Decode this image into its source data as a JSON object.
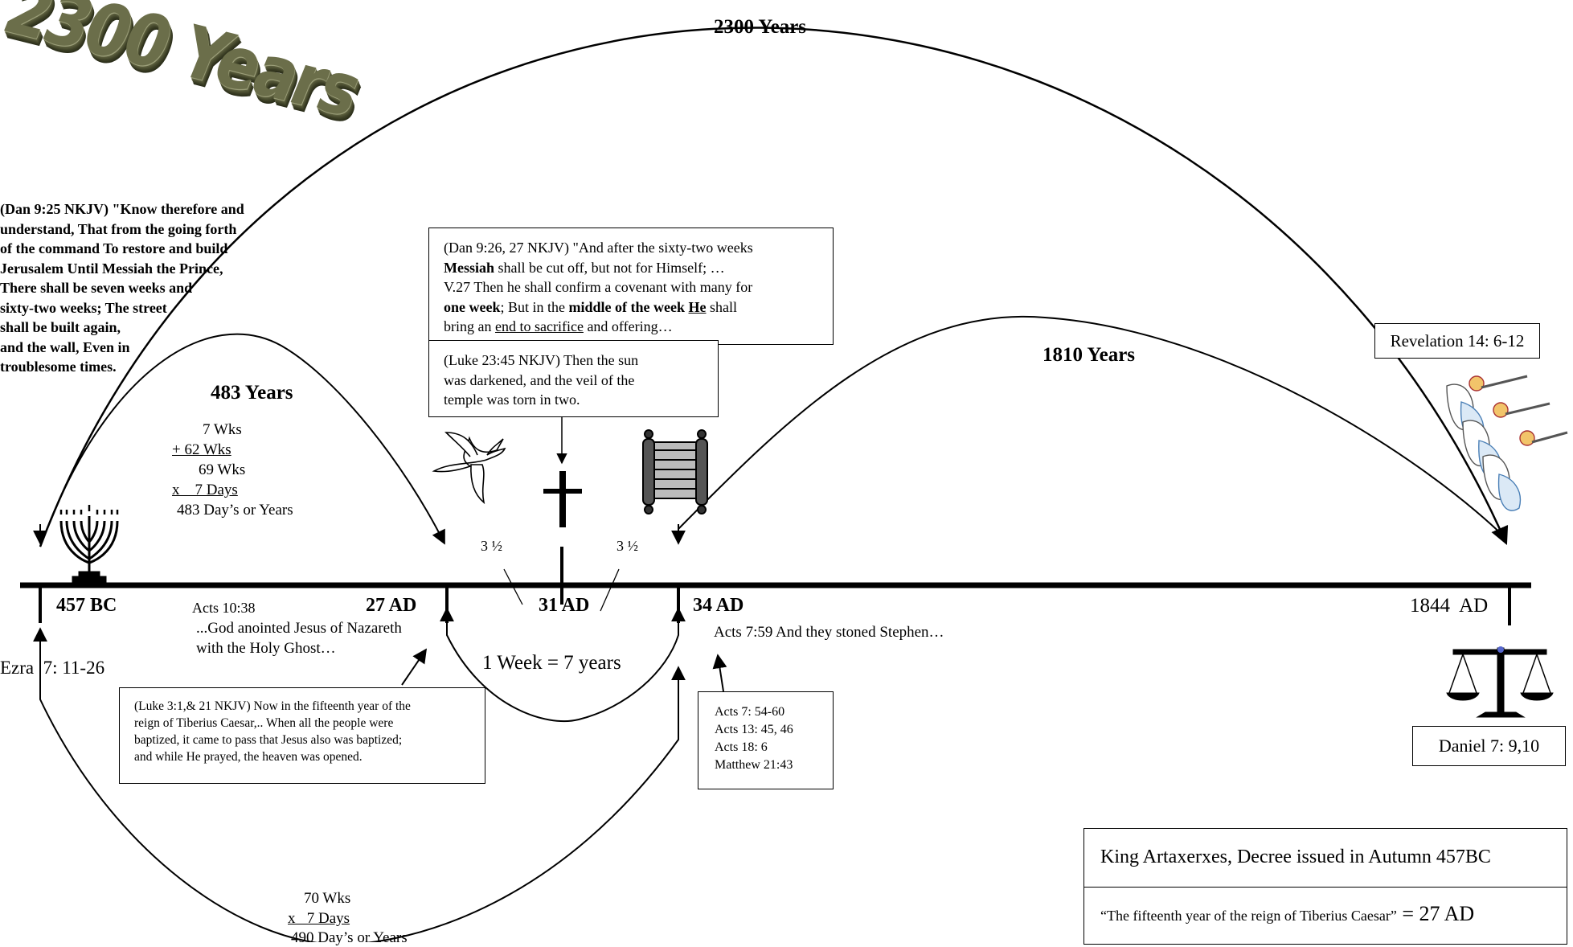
{
  "title_art": "2300 Years",
  "arcs": {
    "top_label": "2300 Years",
    "left_label": "483 Years",
    "right_label": "1810 Years",
    "week_label": "1 Week = 7 years"
  },
  "dan925": [
    "(Dan 9:25 NKJV)  \"Know therefore and",
    "understand, That from the going forth",
    "of the command To restore and build",
    "Jerusalem Until Messiah the Prince,",
    "There shall be seven weeks and",
    "sixty-two weeks; The street",
    "shall be built again,",
    "and the wall, Even in",
    "troublesome times."
  ],
  "dan926": {
    "l1": "(Dan 9:26, 27 NKJV)  \"And after the sixty-two weeks",
    "l2a": "Messiah",
    "l2b": " shall be cut off, but not for Himself; …",
    "l3": "V.27 Then he shall confirm a covenant with many for",
    "l4a": "one week",
    "l4b": "; But in the ",
    "l4c": "middle of the week",
    "l4d": " ",
    "l4e": "He",
    "l4f": " shall",
    "l5a": "bring an ",
    "l5b": "end to sacrifice",
    "l5c": " and offering…"
  },
  "luke2345": [
    "(Luke 23:45 NKJV)  Then the sun",
    "was darkened, and the veil of the",
    "temple was torn in two."
  ],
  "rev_box": "Revelation 14: 6-12",
  "weeks_calc": {
    "a": "7 Wks",
    "b": "+ 62 Wks",
    "c": "69 Wks",
    "d": "x    7 Days",
    "e": "483 Day’s or  Years"
  },
  "halves": {
    "left": "3 ½",
    "right": "3 ½"
  },
  "dates": {
    "d457": "457 BC",
    "d27": "27 AD",
    "d31": "31 AD",
    "d34": "34 AD",
    "d1844": "1844  AD"
  },
  "acts1038": [
    "Acts 10:38",
    "...God anointed Jesus of Nazareth",
    "with the Holy Ghost…"
  ],
  "ezra": "Ezra  7: 11-26",
  "acts759": "Acts 7:59  And they stoned Stephen…",
  "luke3": [
    "(Luke 3:1,& 21 NKJV) Now in the fifteenth year of the",
    "reign of Tiberius Caesar,.. When all the people were",
    "baptized, it came to pass that Jesus also was baptized;",
    "and while He prayed, the heaven was opened."
  ],
  "acts_refs": [
    "Acts 7: 54-60",
    "Acts 13: 45, 46",
    "Acts 18: 6",
    "Matthew 21:43"
  ],
  "daniel_box": "Daniel 7: 9,10",
  "king_box": {
    "row1": "King Artaxerxes, Decree issued in  Autumn 457BC",
    "row2_quote": "“The fifteenth year of the reign of Tiberius Caesar”",
    "row2_eq": " = 27 AD"
  },
  "weeks70": {
    "a": "70 Wks",
    "b": "x   7 Days",
    "c": "490 Day’s or  Years"
  },
  "icons": [
    "menorah-icon",
    "dove-icon",
    "cross-icon",
    "scroll-icon",
    "angels-icon",
    "scales-icon"
  ]
}
